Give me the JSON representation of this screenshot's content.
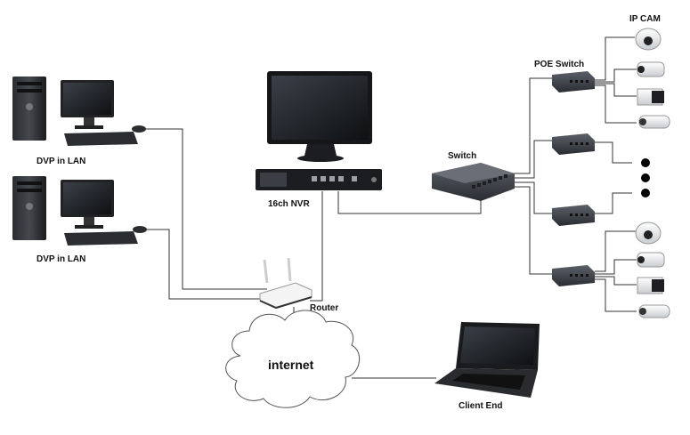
{
  "labels": {
    "ip_cam": "IP CAM",
    "poe_switch": "POE Switch",
    "switch": "Switch",
    "nvr": "16ch NVR",
    "router": "Router",
    "internet": "internet",
    "client_end": "Client End",
    "dvp_lan_1": "DVP in LAN",
    "dvp_lan_2": "DVP in LAN"
  },
  "colors": {
    "wire": "#333333",
    "device_dark": "#1d1f22",
    "device_mid": "#3a3d42",
    "cloud_fill": "#ffffff",
    "cloud_stroke": "#555555"
  },
  "icons": {
    "desktop": "desktop-computer-icon",
    "monitor": "monitor-icon",
    "nvr": "nvr-recorder-icon",
    "switch": "network-switch-icon",
    "poe": "poe-switch-icon",
    "camera": "ip-camera-icon",
    "router": "wifi-router-icon",
    "laptop": "laptop-icon",
    "cloud": "cloud-icon"
  }
}
